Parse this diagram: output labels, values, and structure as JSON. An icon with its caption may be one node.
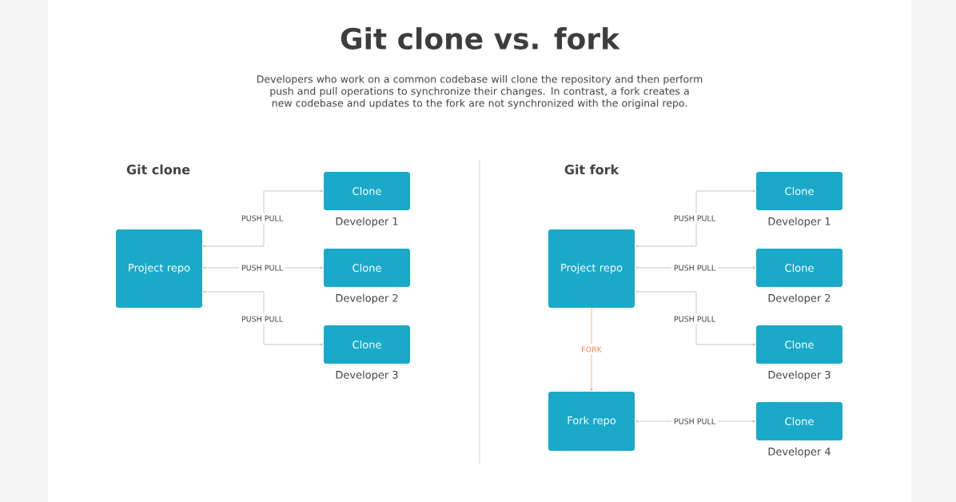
{
  "diagram": {
    "title": "Git clone vs. fork",
    "caption": "Developers who work on a common codebase will clone the repository and then perform push and pull operations to synchronize their changes. In contrast, a fork creates a new codebase and updates to the fork are not synchronized with the original repo.",
    "nodes": [
      {
        "text": [
          "Project repo"
        ]
      },
      {
        "text": [
          "Clone"
        ],
        "beside": [
          "Developer 1"
        ]
      },
      {
        "text": [
          "Clone"
        ],
        "beside": [
          "Developer 2"
        ]
      },
      {
        "text": [
          "Clone"
        ],
        "beside": [
          "Developer 3"
        ]
      },
      {
        "text": [
          "Project repo"
        ]
      },
      {
        "text": [
          "Clone"
        ],
        "beside": [
          "Developer 1"
        ]
      },
      {
        "text": [
          "Clone"
        ],
        "beside": [
          "Developer 2"
        ]
      },
      {
        "text": [
          "Clone"
        ],
        "beside": [
          "Developer 3"
        ]
      },
      {
        "text": [
          "Fork repo"
        ]
      },
      {
        "text": [
          "Clone"
        ],
        "beside": [
          "Developer 4"
        ]
      }
    ],
    "edges": [
      {
        "from": 0,
        "to": 1,
        "arrow": "both",
        "label": "PUSH PULL"
      },
      {
        "from": 0,
        "to": 2,
        "arrow": "both",
        "label": "PUSH PULL"
      },
      {
        "from": 0,
        "to": 3,
        "arrow": "both",
        "label": "PUSH PULL"
      },
      {
        "from": 4,
        "to": 5,
        "arrow": "both",
        "label": "PUSH PULL"
      },
      {
        "from": 4,
        "to": 6,
        "arrow": "both",
        "label": "PUSH PULL"
      },
      {
        "from": 4,
        "to": 7,
        "arrow": "both",
        "label": "PUSH PULL"
      },
      {
        "from": 4,
        "to": 8,
        "arrow": "to",
        "label": "FORK",
        "color": "#f2a36e"
      },
      {
        "from": 8,
        "to": 9,
        "arrow": "both",
        "label": "PUSH PULL"
      }
    ],
    "labels": [
      "Git clone",
      "Git fork"
    ]
  }
}
